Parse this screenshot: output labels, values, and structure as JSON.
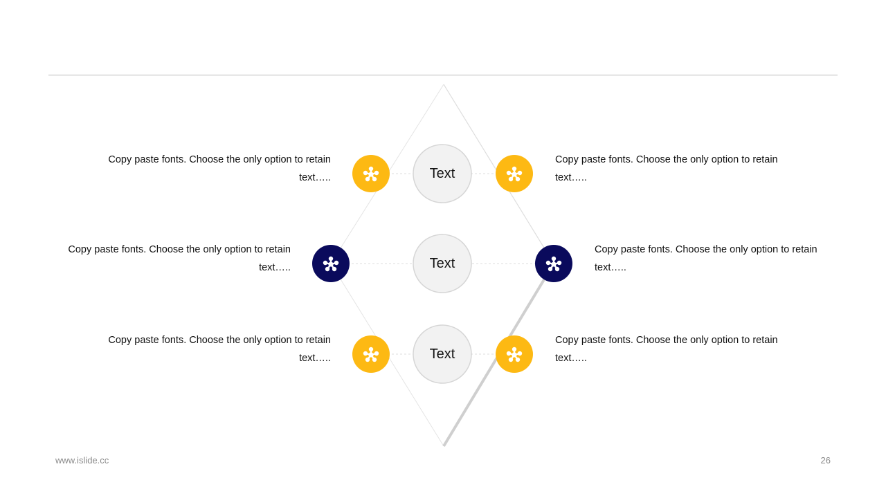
{
  "colors": {
    "yellow": "#FDB913",
    "navy": "#0A0A5C",
    "hub_fill": "#F2F2F2",
    "hub_stroke": "#D6D6D6",
    "rule": "#B9B9B9"
  },
  "hubs": [
    "Text",
    "Text",
    "Text"
  ],
  "items": [
    {
      "side": "left",
      "color": "yellow",
      "icon": "network-node-icon",
      "text": "Copy paste fonts. Choose the only option to retain text….."
    },
    {
      "side": "right",
      "color": "yellow",
      "icon": "network-node-icon",
      "text": "Copy paste fonts. Choose the only option to retain text….."
    },
    {
      "side": "left",
      "color": "navy",
      "icon": "network-node-icon",
      "text": "Copy paste fonts. Choose the only option to retain text….."
    },
    {
      "side": "right",
      "color": "navy",
      "icon": "network-node-icon",
      "text": "Copy paste fonts. Choose the only option to retain text….."
    },
    {
      "side": "left",
      "color": "yellow",
      "icon": "network-node-icon",
      "text": "Copy paste fonts. Choose the only option to retain text….."
    },
    {
      "side": "right",
      "color": "yellow",
      "icon": "network-node-icon",
      "text": "Copy paste fonts. Choose the only option to retain text….."
    }
  ],
  "footer": {
    "url": "www.islide.cc",
    "page": "26"
  }
}
